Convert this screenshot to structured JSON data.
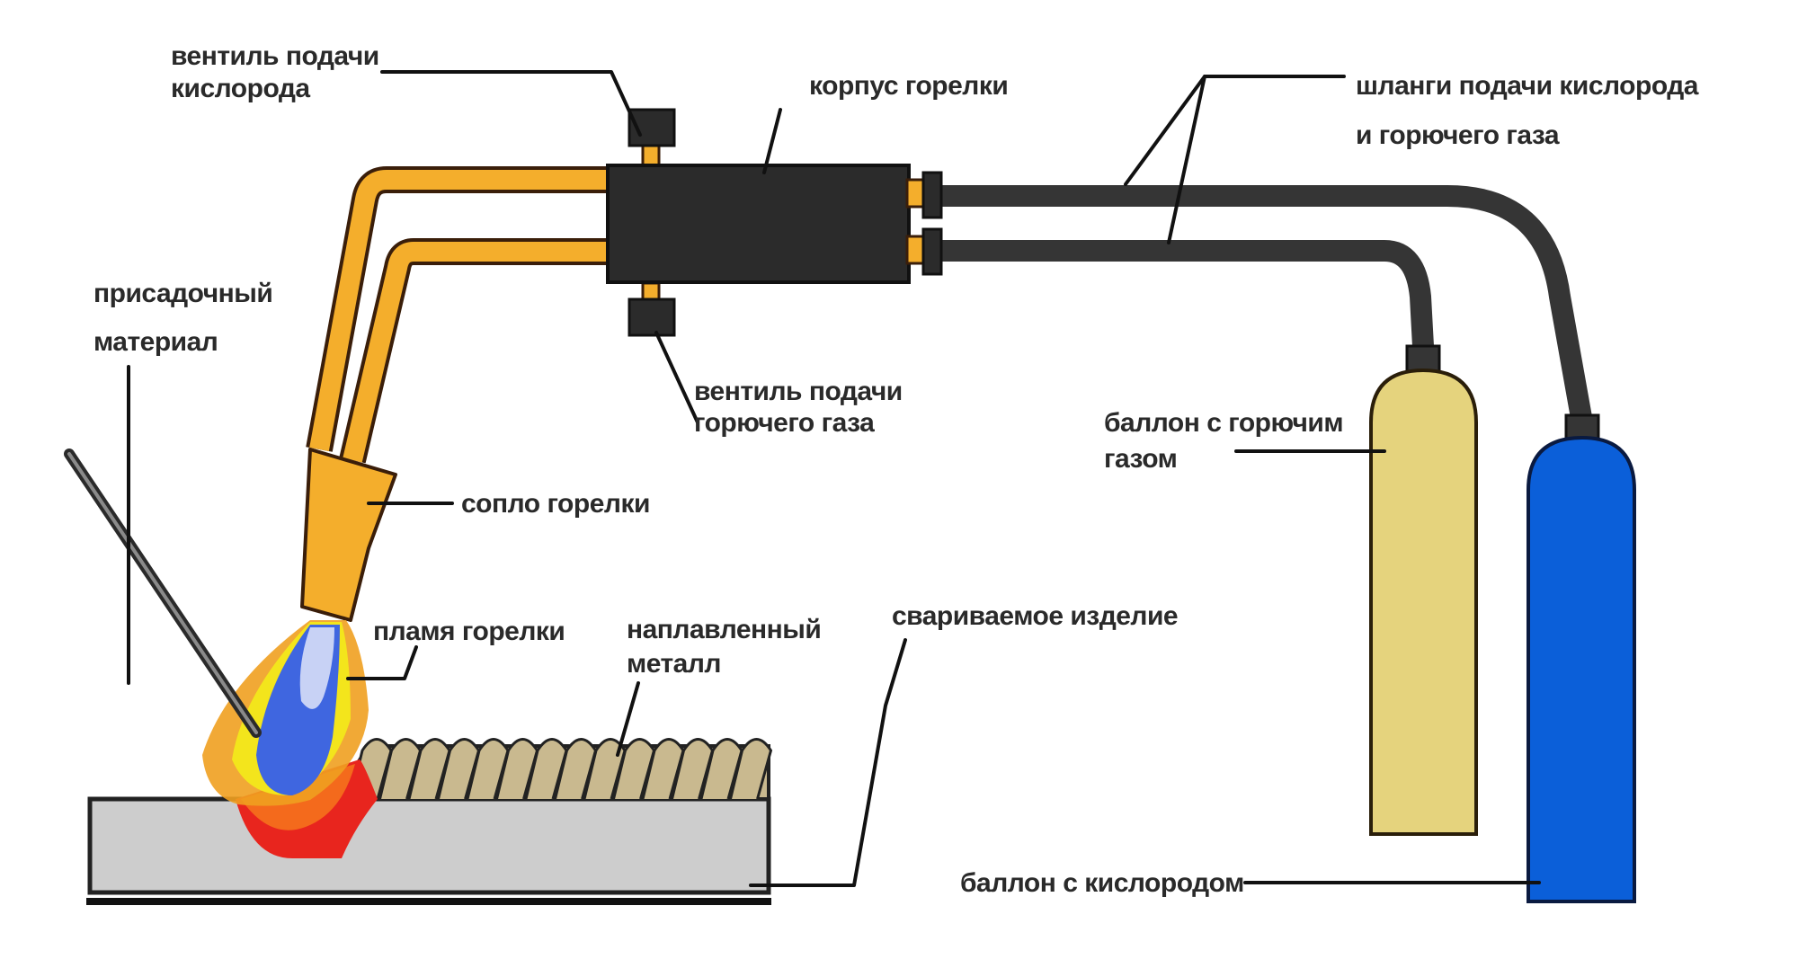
{
  "title": "Схема газовой сварки",
  "colors": {
    "torch_tube": "#f4ae2c",
    "torch_outline": "#3a1e0a",
    "torch_body": "#2b2b2b",
    "hose": "#353535",
    "fuel_cylinder": "#e5d37d",
    "oxygen_cylinder": "#0b5fd9",
    "workpiece": "#cdcdcd",
    "weld_bead": "#c9b98f",
    "flame_outer": "#f0a020",
    "flame_mid": "#f3e51c",
    "flame_core": "#3f66e0",
    "molten_pool_red": "#e8251e",
    "molten_pool_orange": "#f46a1c"
  },
  "labels": {
    "oxygen_valve": [
      "вентиль подачи",
      "кислорода"
    ],
    "torch_body": [
      "корпус горелки"
    ],
    "hoses": [
      "шланги подачи кислорода",
      "и горючего газа"
    ],
    "filler_material": [
      "присадочный",
      "материал"
    ],
    "fuel_valve": [
      "вентиль подачи",
      "горючего газа"
    ],
    "fuel_cylinder": [
      "баллон с горючим",
      "газом"
    ],
    "nozzle": [
      "сопло горелки"
    ],
    "flame": [
      "пламя горелки"
    ],
    "deposited_metal": [
      "наплавленный",
      "металл"
    ],
    "workpiece": [
      "свариваемое изделие"
    ],
    "oxygen_cylinder": [
      "баллон с кислородом"
    ]
  }
}
